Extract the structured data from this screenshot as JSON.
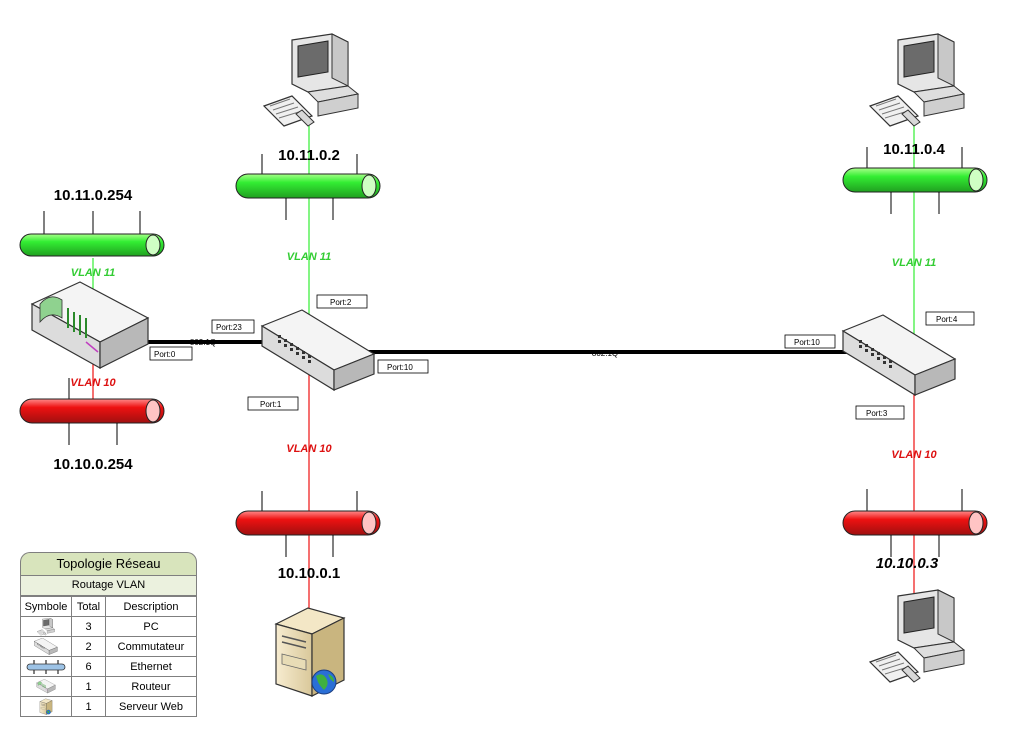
{
  "router": {
    "vlan11_ip": "10.11.0.254",
    "vlan10_ip": "10.10.0.254",
    "vlan11_label": "VLAN 11",
    "vlan10_label": "VLAN 10",
    "port": "Port:0",
    "trunk_label": "802.1Q"
  },
  "switch1": {
    "port_trunk_router": "Port:23",
    "port_vlan11": "Port:2",
    "port_vlan10": "Port:1",
    "port_trunk_switch": "Port:10",
    "vlan11_label": "VLAN 11",
    "vlan10_label": "VLAN 10",
    "pc_ip": "10.11.0.2",
    "server_ip": "10.10.0.1"
  },
  "trunk": {
    "label": "802.1Q"
  },
  "switch2": {
    "port_trunk": "Port:10",
    "port_vlan11": "Port:4",
    "port_vlan10": "Port:3",
    "vlan11_label": "VLAN 11",
    "vlan10_label": "VLAN 10",
    "pc_top_ip": "10.11.0.4",
    "pc_bottom_ip": "10.10.0.3"
  },
  "colors": {
    "vlan11": "#33ee33",
    "vlan10": "#ee1111",
    "vlan11_text": "#33cc33",
    "vlan10_text": "#dd1111",
    "trunk": "#000000"
  },
  "legend": {
    "title": "Topologie Réseau",
    "subtitle": "Routage VLAN",
    "headers": [
      "Symbole",
      "Total",
      "Description"
    ],
    "rows": [
      {
        "icon": "pc-icon",
        "total": "3",
        "description": "PC"
      },
      {
        "icon": "switch-icon",
        "total": "2",
        "description": "Commutateur"
      },
      {
        "icon": "ethernet-icon",
        "total": "6",
        "description": "Ethernet"
      },
      {
        "icon": "router-icon",
        "total": "1",
        "description": "Routeur"
      },
      {
        "icon": "web-server-icon",
        "total": "1",
        "description": "Serveur Web"
      }
    ]
  }
}
